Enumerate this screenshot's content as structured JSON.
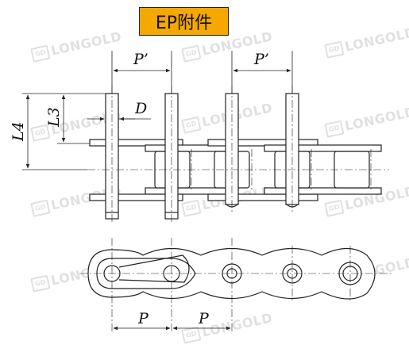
{
  "title": "EP附件",
  "watermark": "LONGOLD",
  "watermark_logo": "GD",
  "labels": {
    "pitch_attach_left": "P’",
    "pitch_attach_right": "P’",
    "pin_diameter": "D",
    "l3": "L3",
    "l4": "L4",
    "pitch_left": "P",
    "pitch_right": "P"
  },
  "colors": {
    "title_bg": "#f5a800",
    "line": "#222222"
  }
}
